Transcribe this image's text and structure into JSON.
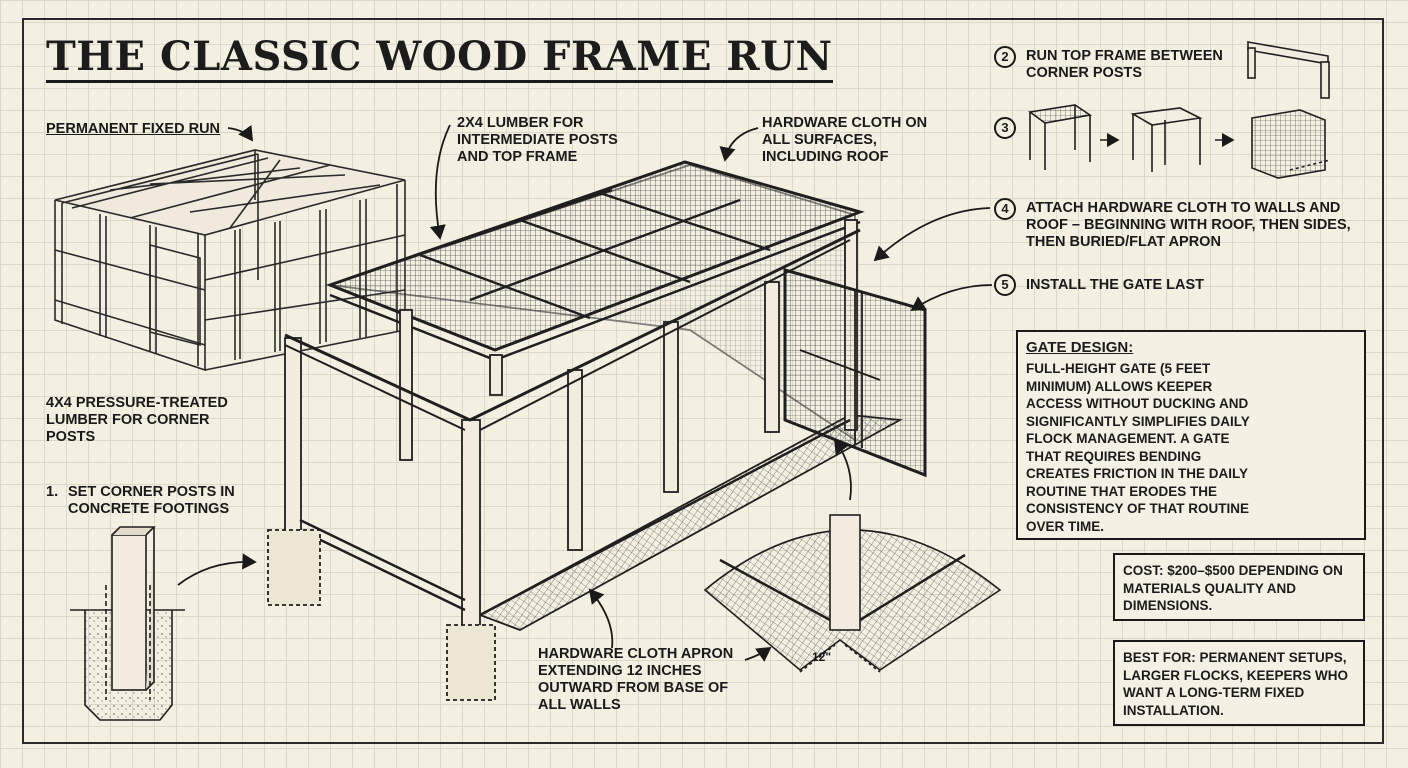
{
  "title": "THE CLASSIC WOOD FRAME RUN",
  "labels": {
    "permanent_fixed_run": "PERMANENT FIXED RUN",
    "lumber_2x4": "2x4 LUMBER FOR INTERMEDIATE POSTS AND TOP FRAME",
    "hardware_cloth_all": "HARDWARE CLOTH ON ALL SURFACES, INCLUDING ROOF",
    "lumber_4x4": "4x4 PRESSURE-TREATED LUMBER FOR CORNER POSTS",
    "apron": "HARDWARE CLOTH APRON EXTENDING 12 INCHES OUTWARD FROM BASE OF ALL WALLS",
    "apron_dimension": "12\""
  },
  "steps": [
    {
      "number": "1.",
      "text": "SET CORNER POSTS IN CONCRETE FOOTINGS"
    },
    {
      "number": "2",
      "text": "RUN TOP FRAME BETWEEN CORNER POSTS"
    },
    {
      "number": "3",
      "text": ""
    },
    {
      "number": "4",
      "text": "ATTACH HARDWARE CLOTH TO WALLS AND ROOF – BEGINNING WITH ROOF, THEN SIDES, THEN BURIED/FLAT APRON"
    },
    {
      "number": "5",
      "text": "INSTALL THE GATE LAST"
    }
  ],
  "gate_design": {
    "heading": "GATE DESIGN:",
    "body": "FULL-HEIGHT GATE (5 FEET MINIMUM) ALLOWS KEEPER ACCESS WITHOUT DUCKING AND SIGNIFICANTLY SIMPLIFIES DAILY FLOCK MANAGEMENT. A GATE THAT REQUIRES BENDING CREATES FRICTION IN THE DAILY ROUTINE THAT ERODES THE CONSISTENCY OF THAT ROUTINE OVER TIME."
  },
  "cost": "COST: $200–$500 DEPENDING ON MATERIALS QUALITY AND DIMENSIONS.",
  "best_for": "BEST FOR: PERMANENT SETUPS, LARGER FLOCKS, KEEPERS WHO WANT A LONG-TERM FIXED INSTALLATION.",
  "colors": {
    "paper": "#f3efe1",
    "ink": "#1a1a1a",
    "grid": "#dcd8c9"
  }
}
